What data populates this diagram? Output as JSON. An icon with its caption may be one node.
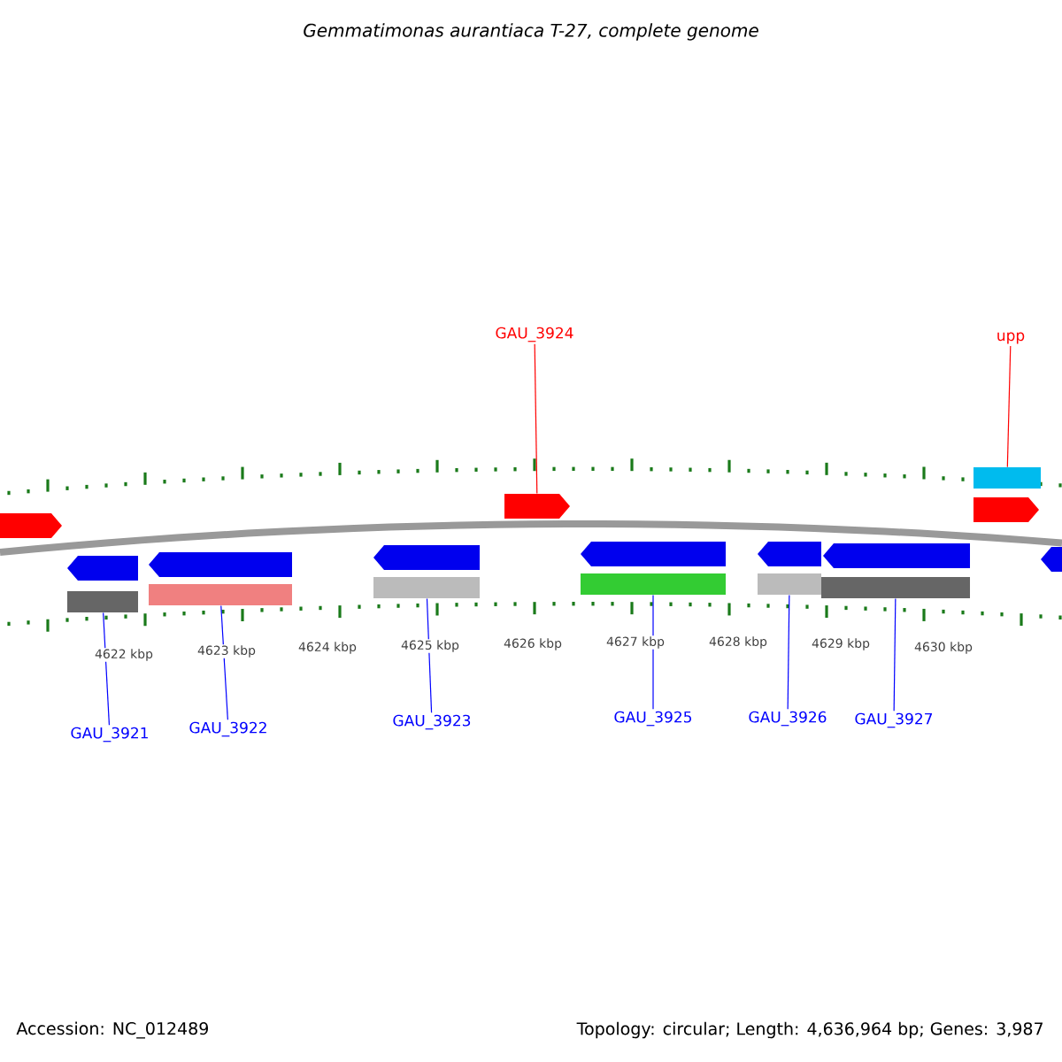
{
  "diagram": {
    "title": "Gemmatimonas aurantiaca T-27, complete genome",
    "nodes": [
      {
        "text": [
          "GAU_3924"
        ]
      },
      {
        "text": [
          "upp"
        ]
      },
      {
        "text": [
          "GAU_3921"
        ]
      },
      {
        "text": [
          "GAU_3922"
        ]
      },
      {
        "text": [
          "GAU_3923"
        ]
      },
      {
        "text": [
          "GAU_3925"
        ]
      },
      {
        "text": [
          "GAU_3926"
        ]
      },
      {
        "text": [
          "GAU_3927"
        ]
      },
      {
        "text": [],
        "shape": "arrow"
      },
      {
        "text": [],
        "shape": "bar"
      },
      {
        "text": [],
        "shape": "bar"
      },
      {
        "text": [],
        "shape": "bar"
      },
      {
        "text": [],
        "shape": "bar"
      },
      {
        "text": [],
        "shape": "bar"
      },
      {
        "text": [],
        "shape": "bar"
      },
      {
        "text": [],
        "shape": "bar"
      }
    ],
    "edges": [
      {
        "from": 0,
        "to": 8,
        "arrow": "none",
        "color": "#ff0000"
      },
      {
        "from": 1,
        "to": 9,
        "arrow": "none",
        "color": "#ff0000"
      },
      {
        "from": 2,
        "to": 10,
        "arrow": "none"
      },
      {
        "from": 3,
        "to": 11,
        "arrow": "none"
      },
      {
        "from": 4,
        "to": 12,
        "arrow": "none"
      },
      {
        "from": 5,
        "to": 13,
        "arrow": "none"
      },
      {
        "from": 6,
        "to": 14,
        "arrow": "none"
      },
      {
        "from": 7,
        "to": 15,
        "arrow": "none"
      }
    ],
    "labels": [
      "4622 kbp",
      "4623 kbp",
      "4624 kbp",
      "4625 kbp",
      "4626 kbp",
      "4627 kbp",
      "4628 kbp",
      "4629 kbp",
      "4630 kbp",
      "Accession: NC_012489",
      "Topology: circular; Length: 4,636,964 bp; Genes: 3,987"
    ]
  }
}
